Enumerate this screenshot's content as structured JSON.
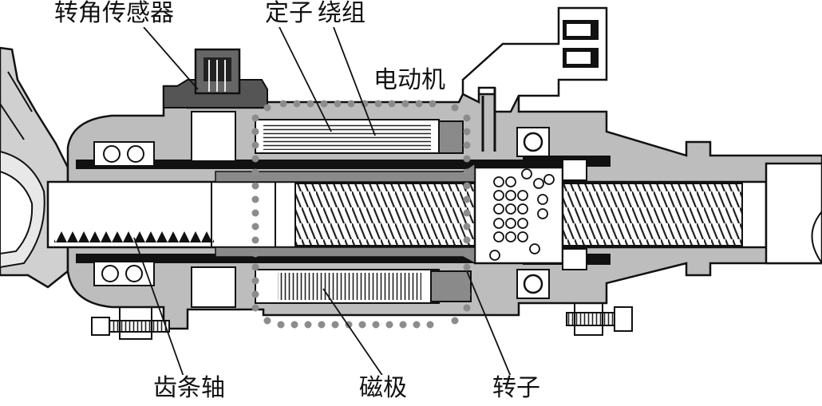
{
  "labels": {
    "angle_sensor": "转角传感器",
    "stator": "定子",
    "winding": "绕组",
    "motor": "电动机",
    "rack_shaft": "齿条轴",
    "magnetic_pole": "磁极",
    "rotor": "转子"
  },
  "colors": {
    "housing_fill": "#bdbdbd",
    "housing_dark": "#8a8a8a",
    "ink": "#111111",
    "shaft_fill": "#ffffff",
    "motor_marker_dots": "#8c8c8c"
  }
}
